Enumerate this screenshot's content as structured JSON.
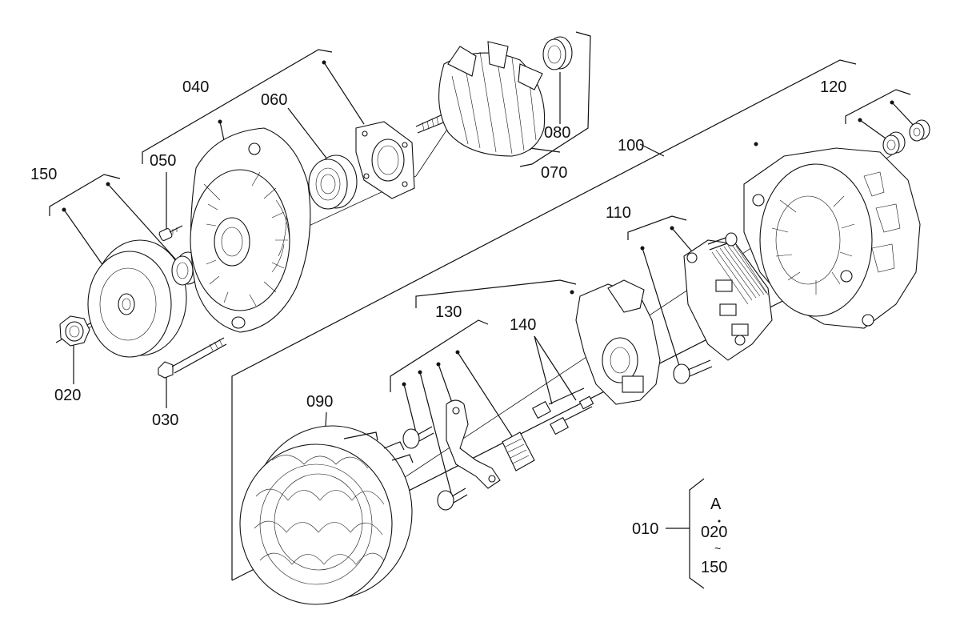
{
  "labels": {
    "p150": "150",
    "p050": "050",
    "p040": "040",
    "p060": "060",
    "p080": "080",
    "p070": "070",
    "p020": "020",
    "p030": "030",
    "p100": "100",
    "p120": "120",
    "p110": "110",
    "p130": "130",
    "p140": "140",
    "p090": "090",
    "p010": "010"
  },
  "assembly_note": {
    "variant": "A",
    "from": "020",
    "tilde": "~",
    "to": "150"
  }
}
